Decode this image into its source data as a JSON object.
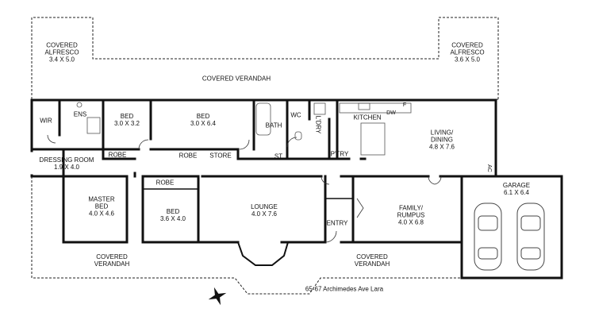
{
  "address": "65-67 Archimedes Ave Lara",
  "rooms": {
    "alfresco_left": {
      "name_1": "COVERED",
      "name_2": "ALFRESCO",
      "size": "3.4 X 5.0"
    },
    "alfresco_right": {
      "name_1": "COVERED",
      "name_2": "ALFRESCO",
      "size": "3.6 X 5.0"
    },
    "verandah_top": {
      "name": "COVERED VERANDAH"
    },
    "wir": {
      "name": "WIR"
    },
    "ens": {
      "name": "ENS"
    },
    "bed_top_left": {
      "name": "BED",
      "size": "3.0 X 3.2"
    },
    "bed_top_mid": {
      "name": "BED",
      "size": "3.0 X 6.4"
    },
    "bath": {
      "name": "BATH"
    },
    "wc": {
      "name": "WC"
    },
    "ldry": {
      "name": "L'DRY"
    },
    "kitchen": {
      "name": "KITCHEN"
    },
    "dw": {
      "name": "DW"
    },
    "fridge": {
      "name": "F"
    },
    "living": {
      "name_1": "LIVING/",
      "name_2": "DINING",
      "size": "4.8 X 7.6"
    },
    "robe_1": {
      "name": "ROBE"
    },
    "robe_2": {
      "name": "ROBE"
    },
    "store": {
      "name": "STORE"
    },
    "st": {
      "name": "ST"
    },
    "ptry": {
      "name": "P'TRY"
    },
    "ac": {
      "name": "AC"
    },
    "dressing": {
      "name": "DRESSING ROOM",
      "size": "1.9 X 4.0"
    },
    "robe_3": {
      "name": "ROBE"
    },
    "master": {
      "name_1": "MASTER",
      "name_2": "BED",
      "size": "4.0 X 4.6"
    },
    "bed_low": {
      "name": "BED",
      "size": "3.6 X 4.0"
    },
    "lounge": {
      "name": "LOUNGE",
      "size": "4.0 X 7.6"
    },
    "entry": {
      "name": "ENTRY"
    },
    "family": {
      "name_1": "FAMILY/",
      "name_2": "RUMPUS",
      "size": "4.0 X 6.8"
    },
    "garage": {
      "name": "GARAGE",
      "size": "6.1 X 6.4"
    },
    "verandah_bl": {
      "name_1": "COVERED",
      "name_2": "VERANDAH"
    },
    "verandah_br": {
      "name_1": "COVERED",
      "name_2": "VERANDAH"
    }
  },
  "icons": {
    "compass": "north-arrow-icon",
    "car": "car-icon"
  }
}
